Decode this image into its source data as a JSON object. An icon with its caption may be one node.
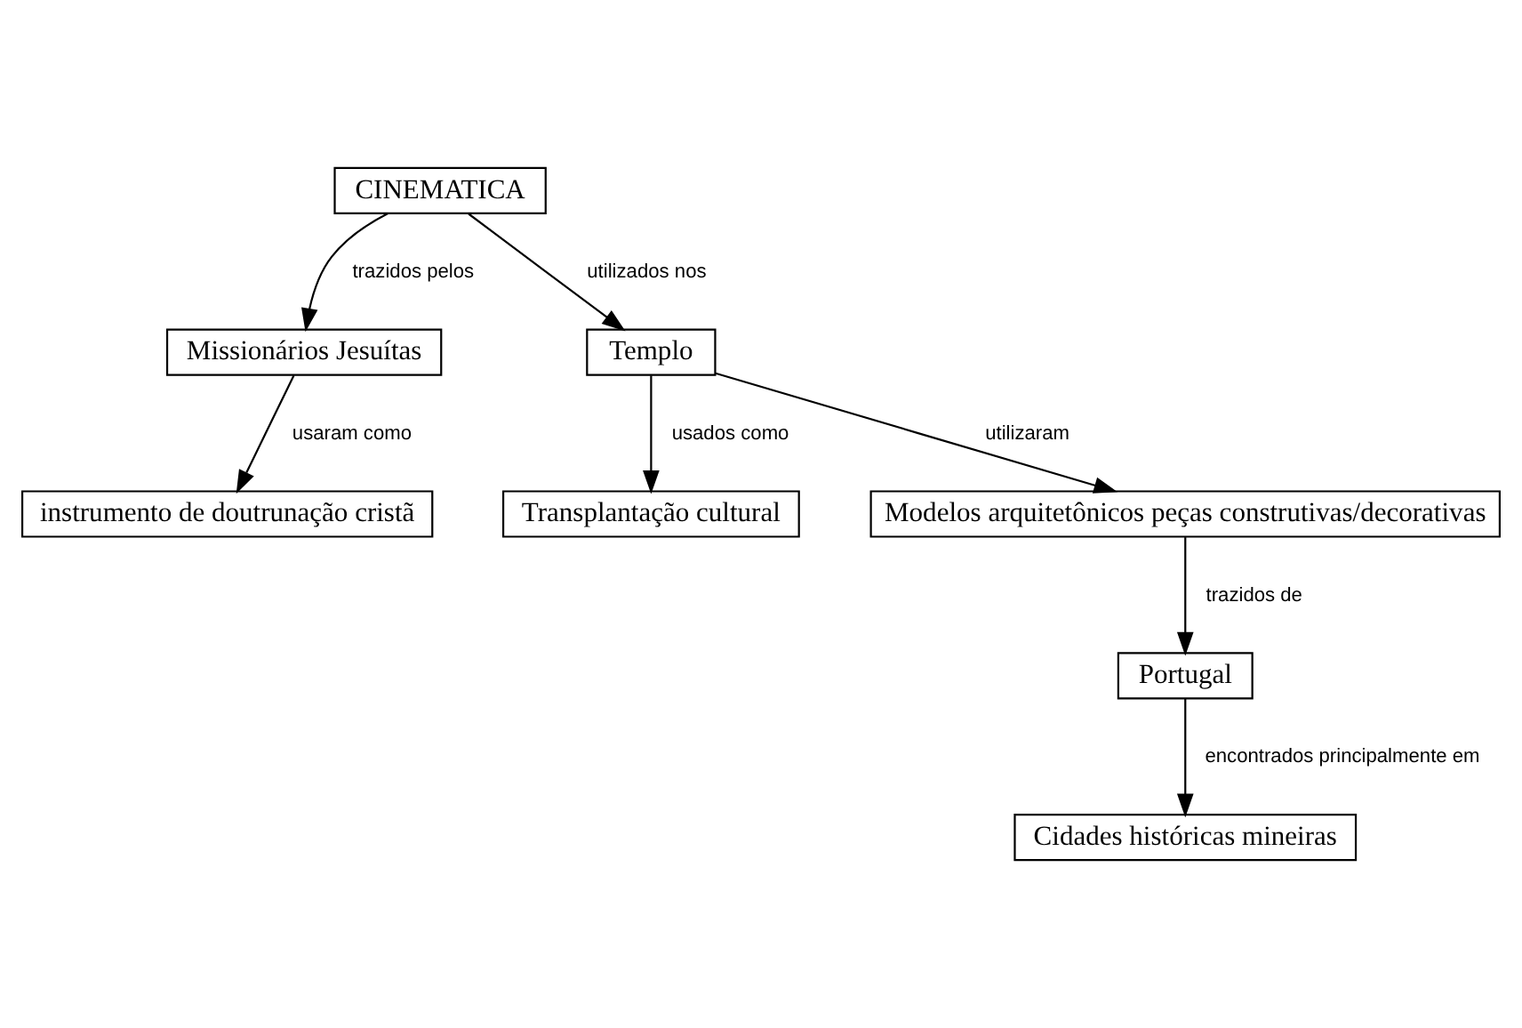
{
  "diagram": {
    "nodes": [
      {
        "text": [
          "CINEMATICA"
        ]
      },
      {
        "text": [
          "Missionários Jesuítas"
        ]
      },
      {
        "text": [
          "Templo"
        ]
      },
      {
        "text": [
          "instrumento de doutrunação cristã"
        ]
      },
      {
        "text": [
          "Transplantação cultural"
        ]
      },
      {
        "text": [
          "Modelos arquitetônicos peças construtivas/decorativas"
        ]
      },
      {
        "text": [
          "Portugal"
        ]
      },
      {
        "text": [
          "Cidades históricas mineiras"
        ]
      }
    ],
    "edges": [
      {
        "from": 0,
        "to": 1,
        "arrow": "to",
        "label": "trazidos pelos"
      },
      {
        "from": 0,
        "to": 2,
        "arrow": "to",
        "label": "utilizados nos"
      },
      {
        "from": 1,
        "to": 3,
        "arrow": "to",
        "label": "usaram como"
      },
      {
        "from": 2,
        "to": 4,
        "arrow": "to",
        "label": "usados como"
      },
      {
        "from": 2,
        "to": 5,
        "arrow": "to",
        "label": "utilizaram"
      },
      {
        "from": 5,
        "to": 6,
        "arrow": "to",
        "label": "trazidos de"
      },
      {
        "from": 6,
        "to": 7,
        "arrow": "to",
        "label": "encontrados principalmente em"
      }
    ]
  }
}
